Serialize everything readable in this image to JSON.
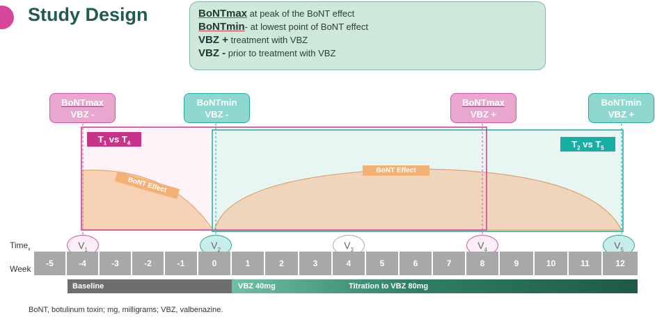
{
  "title": "Study Design",
  "legend": [
    {
      "term": "BoNTmax",
      "desc": " at peak of the BoNT effect"
    },
    {
      "term": "BoNTmin",
      "desc": "- at lowest point of BoNT effect"
    },
    {
      "term": "VBZ +",
      "desc": " treatment with VBZ"
    },
    {
      "term": "VBZ -",
      "desc": " prior to treatment with VBZ"
    }
  ],
  "tags": [
    {
      "line1": "BoNTmax",
      "line2": "VBZ -",
      "color": "pink"
    },
    {
      "line1": "BoNTmin",
      "line2": "VBZ -",
      "color": "teal"
    },
    {
      "line1": "BoNTmax",
      "line2": "VBZ +",
      "color": "pink"
    },
    {
      "line1": "BoNTmin",
      "line2": "VBZ +",
      "color": "teal"
    }
  ],
  "comparisons": {
    "left": {
      "a": "T",
      "a_sub": "1",
      "mid": " vs T",
      "b_sub": "4"
    },
    "right": {
      "a": "T",
      "a_sub": "2",
      "mid": " vs T",
      "b_sub": "5"
    }
  },
  "effect_labels": [
    "BoNT Effect",
    "BoNT Effect"
  ],
  "row_labels": {
    "time": "Time",
    "time_sub": "x",
    "week": "Week"
  },
  "visits": [
    {
      "v": "V",
      "sub": "1",
      "style": "pink"
    },
    {
      "v": "V",
      "sub": "2",
      "style": "teal"
    },
    {
      "v": "V",
      "sub": "3",
      "style": "gray"
    },
    {
      "v": "V",
      "sub": "4",
      "style": "pink"
    },
    {
      "v": "V",
      "sub": "5",
      "style": "teal"
    }
  ],
  "weeks": [
    "-5",
    "-4",
    "-3",
    "-2",
    "-1",
    "0",
    "1",
    "2",
    "3",
    "4",
    "5",
    "6",
    "7",
    "8",
    "9",
    "10",
    "11",
    "12"
  ],
  "phases": {
    "baseline": "Baseline",
    "vbz40": "VBZ 40mg",
    "titration": "Titration to VBZ  80mg"
  },
  "footnote": "BoNT, botulinum toxin; mg, milligrams; VBZ, valbenazine.",
  "colors": {
    "pink": "#d2559e",
    "teal": "#21aaa0",
    "effect": "#f5c79e",
    "title": "#1f5c4f"
  }
}
